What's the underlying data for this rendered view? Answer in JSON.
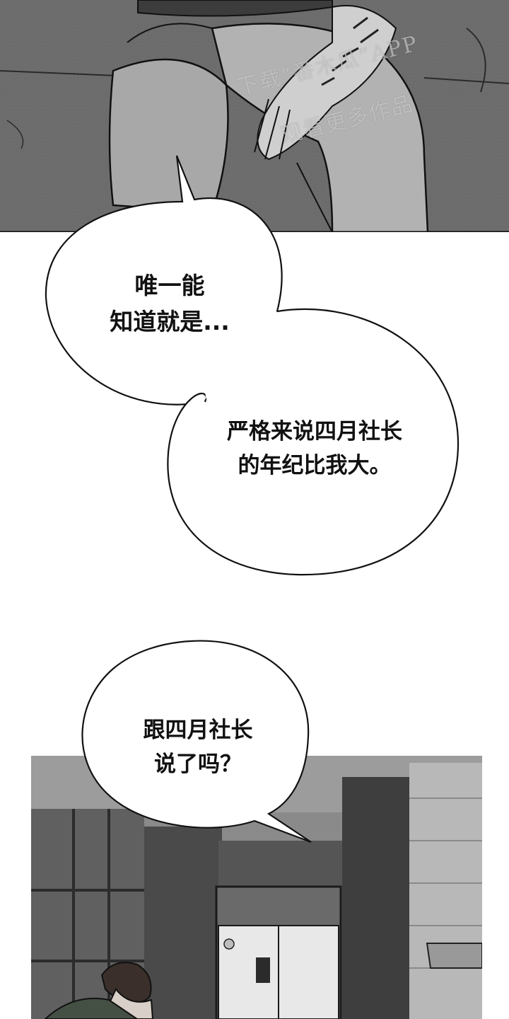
{
  "panels": {
    "top": {
      "description_tone": "gray"
    },
    "bottom": {
      "description_tone": "gray"
    }
  },
  "watermark": {
    "line1": "下载“番木瓜”APP",
    "line2": "观看更多作品"
  },
  "bubbles": {
    "first": "唯一能\n知道就是...",
    "second": "严格来说四月社长\n的年纪比我大。",
    "third": "跟四月社长\n说了吗？"
  },
  "colors": {
    "ink": "#111111",
    "panel_gray": "#6e6e6e",
    "background": "#ffffff"
  }
}
